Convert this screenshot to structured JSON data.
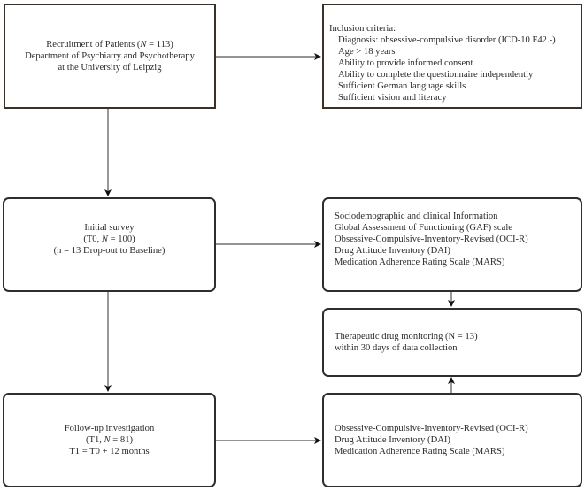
{
  "recruitment": {
    "line1": [
      "Recruitment of Patients (",
      "N",
      " = 113)"
    ],
    "line2": "Department of Psychiatry and Psychotherapy",
    "line3": "at the University of Leipzig"
  },
  "inclusion": {
    "title": "Inclusion criteria:",
    "items": [
      "Diagnosis: obsessive-compulsive disorder (ICD-10 F42.-)",
      "Age > 18 years",
      "Ability to provide informed consent",
      "Ability to complete the questionnaire independently",
      "Sufficient German language skills",
      "Sufficient vision and literacy"
    ]
  },
  "initial_survey": {
    "line1": "Initial survey",
    "line2": [
      "(T0, ",
      "N",
      " = 100)"
    ],
    "line3": "(n = 13 Drop-out to Baseline)"
  },
  "baseline_measures": [
    "Sociodemographic and clinical Information",
    "Global Assessment of Functioning (GAF) scale",
    "Obsessive-Compulsive-Inventory-Revised (OCI-R)",
    "Drug Attitude Inventory (DAI)",
    "Medication Adherence Rating Scale (MARS)"
  ],
  "tdm": {
    "line1": "Therapeutic drug monitoring (N = 13)",
    "line2": "within 30 days of data collection"
  },
  "follow_up": {
    "line1": "Follow-up investigation",
    "line2": [
      "(T1, ",
      "N",
      " = 81)"
    ],
    "line3": "T1 = T0 + 12 months"
  },
  "follow_up_measures": [
    "Obsessive-Compulsive-Inventory-Revised (OCI-R)",
    "Drug Attitude Inventory (DAI)",
    "Medication Adherence Rating Scale (MARS)"
  ]
}
